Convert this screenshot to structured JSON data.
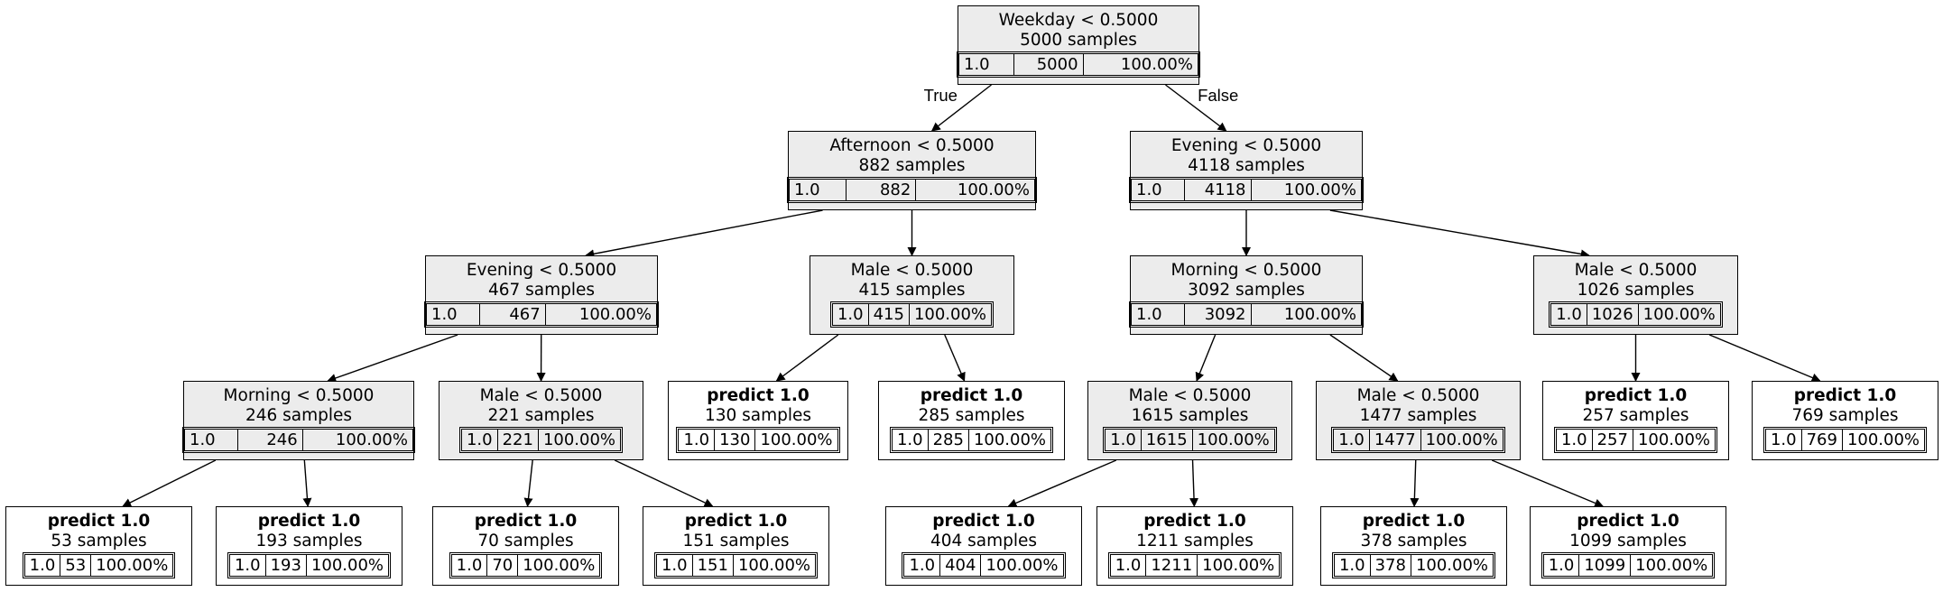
{
  "tree": {
    "nodes": [
      {
        "id": "n0",
        "kind": "split",
        "title": "Weekday < 0.5000",
        "samples": "5000 samples",
        "cells": [
          "1.0",
          "5000",
          "100.00%"
        ]
      },
      {
        "id": "n1",
        "kind": "split",
        "title": "Afternoon < 0.5000",
        "samples": "882 samples",
        "cells": [
          "1.0",
          "882",
          "100.00%"
        ]
      },
      {
        "id": "n2",
        "kind": "split",
        "title": "Evening < 0.5000",
        "samples": "4118 samples",
        "cells": [
          "1.0",
          "4118",
          "100.00%"
        ]
      },
      {
        "id": "n3",
        "kind": "split",
        "title": "Evening < 0.5000",
        "samples": "467 samples",
        "cells": [
          "1.0",
          "467",
          "100.00%"
        ]
      },
      {
        "id": "n4",
        "kind": "split",
        "title": "Male < 0.5000",
        "samples": "415 samples",
        "cells": [
          "1.0",
          "415",
          "100.00%"
        ]
      },
      {
        "id": "n5",
        "kind": "split",
        "title": "Morning < 0.5000",
        "samples": "3092 samples",
        "cells": [
          "1.0",
          "3092",
          "100.00%"
        ]
      },
      {
        "id": "n6",
        "kind": "split",
        "title": "Male < 0.5000",
        "samples": "1026 samples",
        "cells": [
          "1.0",
          "1026",
          "100.00%"
        ]
      },
      {
        "id": "n7",
        "kind": "split",
        "title": "Morning < 0.5000",
        "samples": "246 samples",
        "cells": [
          "1.0",
          "246",
          "100.00%"
        ]
      },
      {
        "id": "n8",
        "kind": "split",
        "title": "Male < 0.5000",
        "samples": "221 samples",
        "cells": [
          "1.0",
          "221",
          "100.00%"
        ]
      },
      {
        "id": "n9",
        "kind": "leaf",
        "title": "predict 1.0",
        "samples": "130 samples",
        "cells": [
          "1.0",
          "130",
          "100.00%"
        ]
      },
      {
        "id": "n10",
        "kind": "leaf",
        "title": "predict 1.0",
        "samples": "285 samples",
        "cells": [
          "1.0",
          "285",
          "100.00%"
        ]
      },
      {
        "id": "n11",
        "kind": "split",
        "title": "Male < 0.5000",
        "samples": "1615 samples",
        "cells": [
          "1.0",
          "1615",
          "100.00%"
        ]
      },
      {
        "id": "n12",
        "kind": "split",
        "title": "Male < 0.5000",
        "samples": "1477 samples",
        "cells": [
          "1.0",
          "1477",
          "100.00%"
        ]
      },
      {
        "id": "n13",
        "kind": "leaf",
        "title": "predict 1.0",
        "samples": "257 samples",
        "cells": [
          "1.0",
          "257",
          "100.00%"
        ]
      },
      {
        "id": "n14",
        "kind": "leaf",
        "title": "predict 1.0",
        "samples": "769 samples",
        "cells": [
          "1.0",
          "769",
          "100.00%"
        ]
      },
      {
        "id": "n15",
        "kind": "leaf",
        "title": "predict 1.0",
        "samples": "53 samples",
        "cells": [
          "1.0",
          "53",
          "100.00%"
        ]
      },
      {
        "id": "n16",
        "kind": "leaf",
        "title": "predict 1.0",
        "samples": "193 samples",
        "cells": [
          "1.0",
          "193",
          "100.00%"
        ]
      },
      {
        "id": "n17",
        "kind": "leaf",
        "title": "predict 1.0",
        "samples": "70 samples",
        "cells": [
          "1.0",
          "70",
          "100.00%"
        ]
      },
      {
        "id": "n18",
        "kind": "leaf",
        "title": "predict 1.0",
        "samples": "151 samples",
        "cells": [
          "1.0",
          "151",
          "100.00%"
        ]
      },
      {
        "id": "n19",
        "kind": "leaf",
        "title": "predict 1.0",
        "samples": "404 samples",
        "cells": [
          "1.0",
          "404",
          "100.00%"
        ]
      },
      {
        "id": "n20",
        "kind": "leaf",
        "title": "predict 1.0",
        "samples": "1211 samples",
        "cells": [
          "1.0",
          "1211",
          "100.00%"
        ]
      },
      {
        "id": "n21",
        "kind": "leaf",
        "title": "predict 1.0",
        "samples": "378 samples",
        "cells": [
          "1.0",
          "378",
          "100.00%"
        ]
      },
      {
        "id": "n22",
        "kind": "leaf",
        "title": "predict 1.0",
        "samples": "1099 samples",
        "cells": [
          "1.0",
          "1099",
          "100.00%"
        ]
      }
    ],
    "edges": [
      {
        "from": "n0",
        "to": "n1",
        "label": "True"
      },
      {
        "from": "n0",
        "to": "n2",
        "label": "False"
      },
      {
        "from": "n1",
        "to": "n3",
        "label": ""
      },
      {
        "from": "n1",
        "to": "n4",
        "label": ""
      },
      {
        "from": "n2",
        "to": "n5",
        "label": ""
      },
      {
        "from": "n2",
        "to": "n6",
        "label": ""
      },
      {
        "from": "n3",
        "to": "n7",
        "label": ""
      },
      {
        "from": "n3",
        "to": "n8",
        "label": ""
      },
      {
        "from": "n4",
        "to": "n9",
        "label": ""
      },
      {
        "from": "n4",
        "to": "n10",
        "label": ""
      },
      {
        "from": "n5",
        "to": "n11",
        "label": ""
      },
      {
        "from": "n5",
        "to": "n12",
        "label": ""
      },
      {
        "from": "n6",
        "to": "n13",
        "label": ""
      },
      {
        "from": "n6",
        "to": "n14",
        "label": ""
      },
      {
        "from": "n7",
        "to": "n15",
        "label": ""
      },
      {
        "from": "n7",
        "to": "n16",
        "label": ""
      },
      {
        "from": "n8",
        "to": "n17",
        "label": ""
      },
      {
        "from": "n8",
        "to": "n18",
        "label": ""
      },
      {
        "from": "n11",
        "to": "n19",
        "label": ""
      },
      {
        "from": "n11",
        "to": "n20",
        "label": ""
      },
      {
        "from": "n12",
        "to": "n21",
        "label": ""
      },
      {
        "from": "n12",
        "to": "n22",
        "label": ""
      }
    ],
    "colors": {
      "split_fill": "#ececec",
      "leaf_fill": "#ffffff",
      "stroke": "#000000"
    }
  }
}
